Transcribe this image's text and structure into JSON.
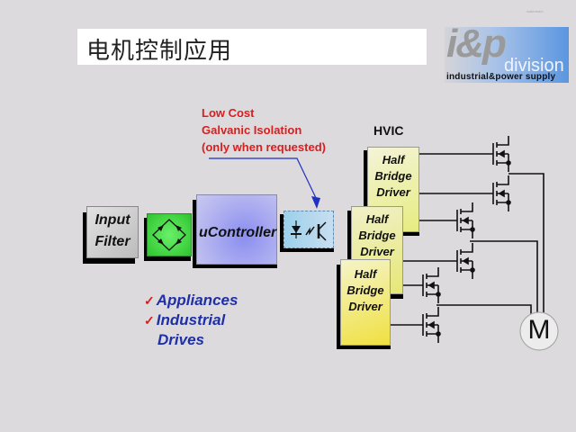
{
  "title": "电机控制应用",
  "logo": {
    "main": "i&p",
    "division": "division",
    "subtitle": "industrial&power supply"
  },
  "stamp": "watermark",
  "annotation": {
    "lines": [
      "Low Cost",
      "Galvanic Isolation",
      "(only when requested)"
    ],
    "color": "#d81e1e"
  },
  "blocks": {
    "input_filter": [
      "Input",
      "Filter"
    ],
    "rectifier": "rectifier-bridge",
    "controller": "uController",
    "isolator": "optocoupler",
    "hvic_label": "HVIC",
    "drivers": [
      [
        "Half",
        "Bridge",
        "Driver"
      ],
      [
        "Half",
        "Bridge",
        "Driver"
      ],
      [
        "Half",
        "Bridge",
        "Driver"
      ]
    ],
    "motor": "M"
  },
  "applications": {
    "items": [
      "Appliances",
      "Industrial",
      "Drives"
    ],
    "check": "✓",
    "color": "#1f2fa8"
  }
}
